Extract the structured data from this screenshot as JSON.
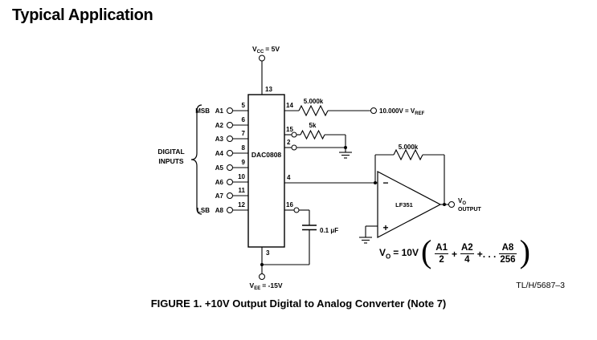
{
  "title": "Typical Application",
  "figure": {
    "code": "TL/H/5687–3",
    "caption": "FIGURE 1. +10V Output Digital to Analog Converter (Note 7)"
  },
  "circuit": {
    "power": {
      "vcc_prefix": "V",
      "vcc_sub": "CC",
      "vcc_suffix": "= 5V",
      "vcc_pin": "13",
      "vee_prefix": "V",
      "vee_sub": "EE",
      "vee_suffix": "= -15V",
      "vee_pin": "3"
    },
    "dac_label": "DAC0808",
    "inputs_group": {
      "label_line1": "DIGITAL",
      "label_line2": "INPUTS",
      "msb": "MSB",
      "lsb": "LSB"
    },
    "inputs": [
      {
        "pin": "5",
        "label": "A1"
      },
      {
        "pin": "6",
        "label": "A2"
      },
      {
        "pin": "7",
        "label": "A3"
      },
      {
        "pin": "8",
        "label": "A4"
      },
      {
        "pin": "9",
        "label": "A5"
      },
      {
        "pin": "10",
        "label": "A6"
      },
      {
        "pin": "11",
        "label": "A7"
      },
      {
        "pin": "12",
        "label": "A8"
      }
    ],
    "vref": {
      "pin": "14",
      "resistor": "5.000k",
      "label_prefix": "10.000V = V",
      "label_sub": "REF"
    },
    "bias": {
      "pin_top": "15",
      "pin_bottom": "2",
      "resistor": "5k"
    },
    "output_pin": "4",
    "comp": {
      "pin": "16",
      "capacitor": "0.1 μF"
    },
    "opamp": {
      "label": "LF351",
      "minus": "−",
      "plus": "+",
      "feedback_resistor": "5.000k",
      "vo_prefix": "V",
      "vo_sub": "O",
      "vo_line2": "OUTPUT"
    }
  },
  "equation": {
    "lhs_v": "V",
    "lhs_sub": "O",
    "lhs_rest": "= 10V",
    "open_paren": "(",
    "f1_num": "A1",
    "f1_den": "2",
    "plus1": "+",
    "f2_num": "A2",
    "f2_den": "4",
    "plus2": "+. . .",
    "f3_num": "A8",
    "f3_den": "256",
    "close_paren": ")"
  }
}
